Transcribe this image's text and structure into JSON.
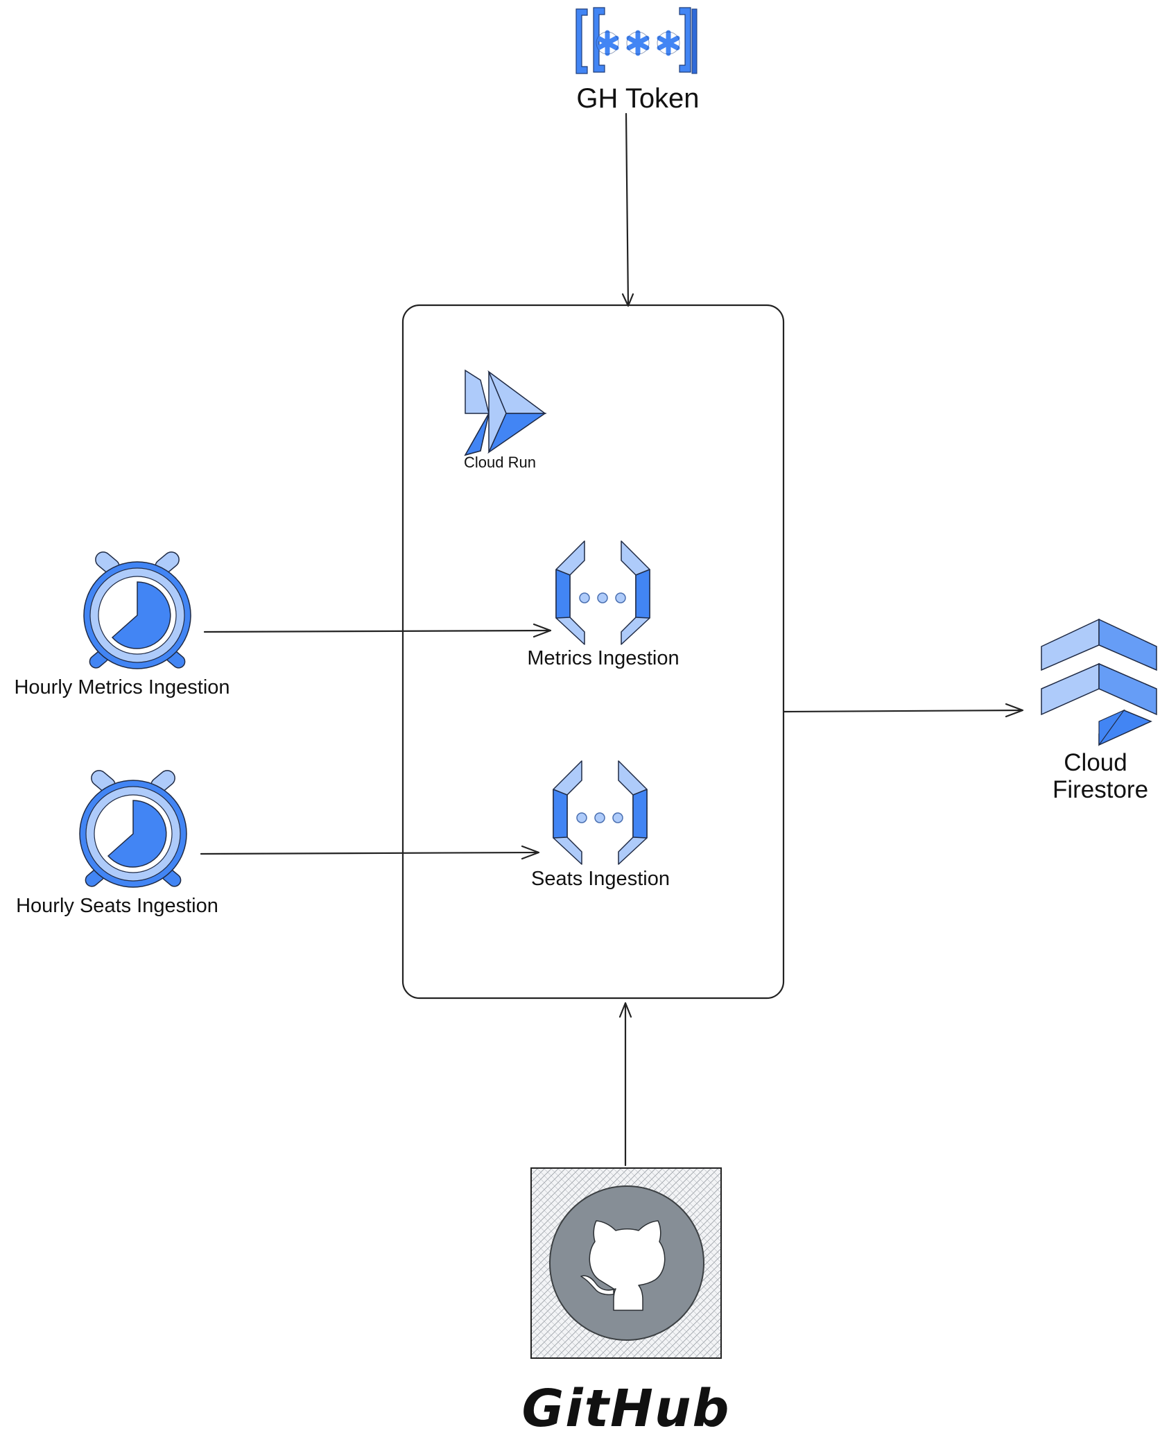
{
  "nodes": {
    "gh_token": {
      "label": "GH Token",
      "icon": "secret-manager-icon"
    },
    "cloud_run": {
      "label": "Cloud Run",
      "icon": "cloud-run-icon"
    },
    "metrics_ingestion": {
      "label": "Metrics Ingestion",
      "icon": "api-service-icon"
    },
    "seats_ingestion": {
      "label": "Seats Ingestion",
      "icon": "api-service-icon"
    },
    "hourly_metrics": {
      "label": "Hourly Metrics Ingestion",
      "icon": "alarm-clock-icon"
    },
    "hourly_seats": {
      "label": "Hourly Seats Ingestion",
      "icon": "alarm-clock-icon"
    },
    "firestore": {
      "label_line1": "Cloud",
      "label_line2": "Firestore",
      "icon": "firestore-icon"
    },
    "github": {
      "label": "GitHub",
      "icon": "github-octocat-icon"
    }
  },
  "edges": [
    {
      "from": "GH Token",
      "to": "Cloud Run"
    },
    {
      "from": "Hourly Metrics Ingestion",
      "to": "Metrics Ingestion"
    },
    {
      "from": "Hourly Seats Ingestion",
      "to": "Seats Ingestion"
    },
    {
      "from": "Cloud Run",
      "to": "Cloud Firestore"
    },
    {
      "from": "GitHub",
      "to": "Cloud Run"
    }
  ],
  "colors": {
    "primary_blue": "#4285f4",
    "light_blue": "#aecbfa",
    "mid_blue": "#669df6",
    "github_gray": "#868e96"
  }
}
